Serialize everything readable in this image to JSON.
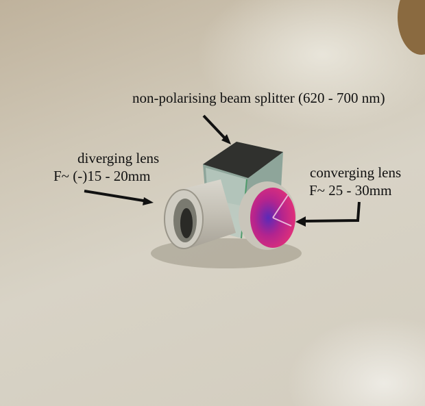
{
  "annotations": {
    "beam_splitter": "non-polarising beam splitter (620 - 700 nm)",
    "diverging_title": "diverging lens",
    "diverging_focal": "F~ (-)15 - 20mm",
    "converging_title": "converging lens",
    "converging_focal": "F~ 25 - 30mm"
  },
  "colors": {
    "cube_top": "#2e2f2c",
    "lens_coating": "#b02a8c",
    "arrow": "#111111"
  }
}
